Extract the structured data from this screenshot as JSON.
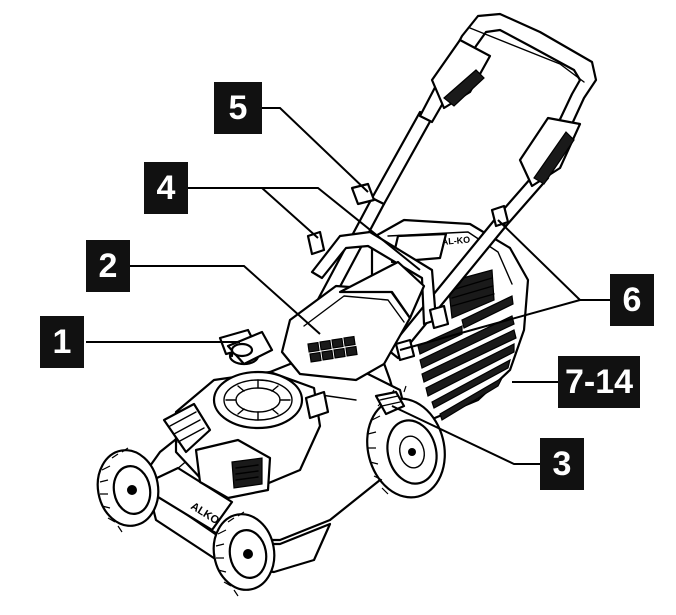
{
  "callouts": [
    {
      "id": "1",
      "label": "1"
    },
    {
      "id": "2",
      "label": "2"
    },
    {
      "id": "3",
      "label": "3"
    },
    {
      "id": "4",
      "label": "4"
    },
    {
      "id": "5",
      "label": "5"
    },
    {
      "id": "6",
      "label": "6"
    },
    {
      "id": "7-14",
      "label": "7-14"
    }
  ],
  "branding": {
    "deck_logo": "AL-KO",
    "cover_mark": "ALKO"
  },
  "colors": {
    "ink": "#000000",
    "callout_fill": "#111111",
    "callout_text": "#ffffff",
    "background": "#ffffff"
  }
}
